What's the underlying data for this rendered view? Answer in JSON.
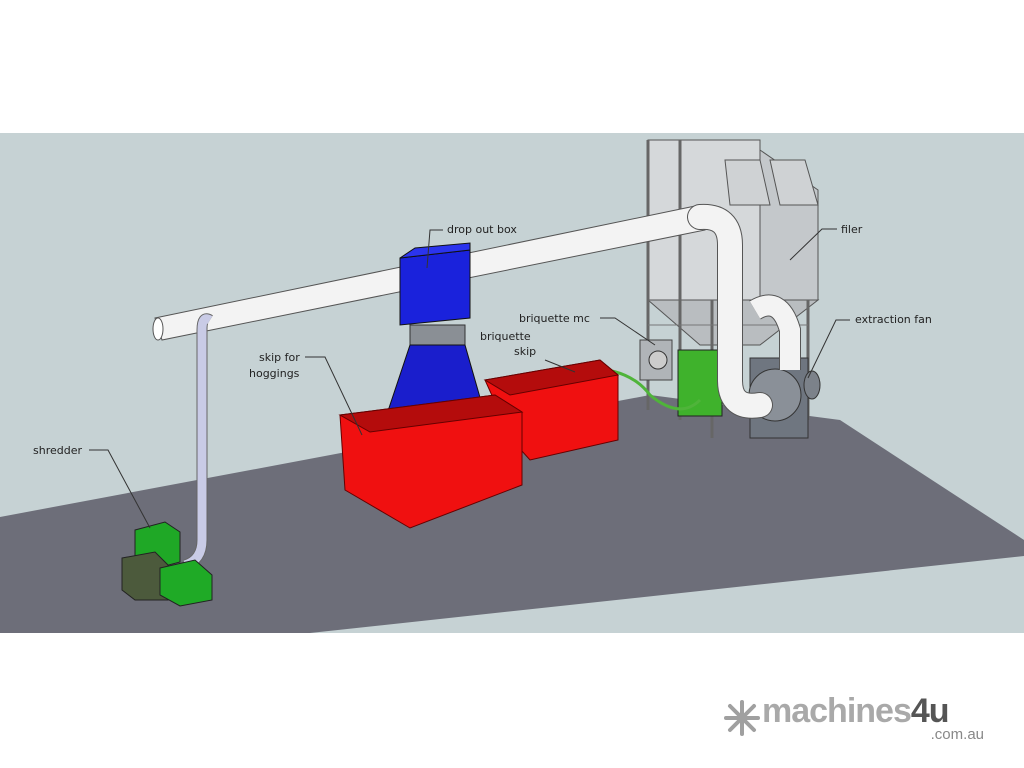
{
  "labels": {
    "drop_out_box": "drop out box",
    "filter": "filer",
    "briquette_mc": "briquette mc",
    "extraction_fan": "extraction fan",
    "briquette_skip_line1": "briquette",
    "briquette_skip_line2": "skip",
    "skip_hoggings_line1": "skip for",
    "skip_hoggings_line2": "hoggings",
    "shredder": "shredder"
  },
  "logo": {
    "brand": "machines",
    "brand_accent": "4u",
    "domain": ".com.au"
  },
  "colors": {
    "background": "#c6d2d4",
    "floor": "#6d6e79",
    "skip": "#f01010",
    "drop_box": "#1a20d8",
    "green": "#2fa82a",
    "duct": "#f2f2f2"
  }
}
